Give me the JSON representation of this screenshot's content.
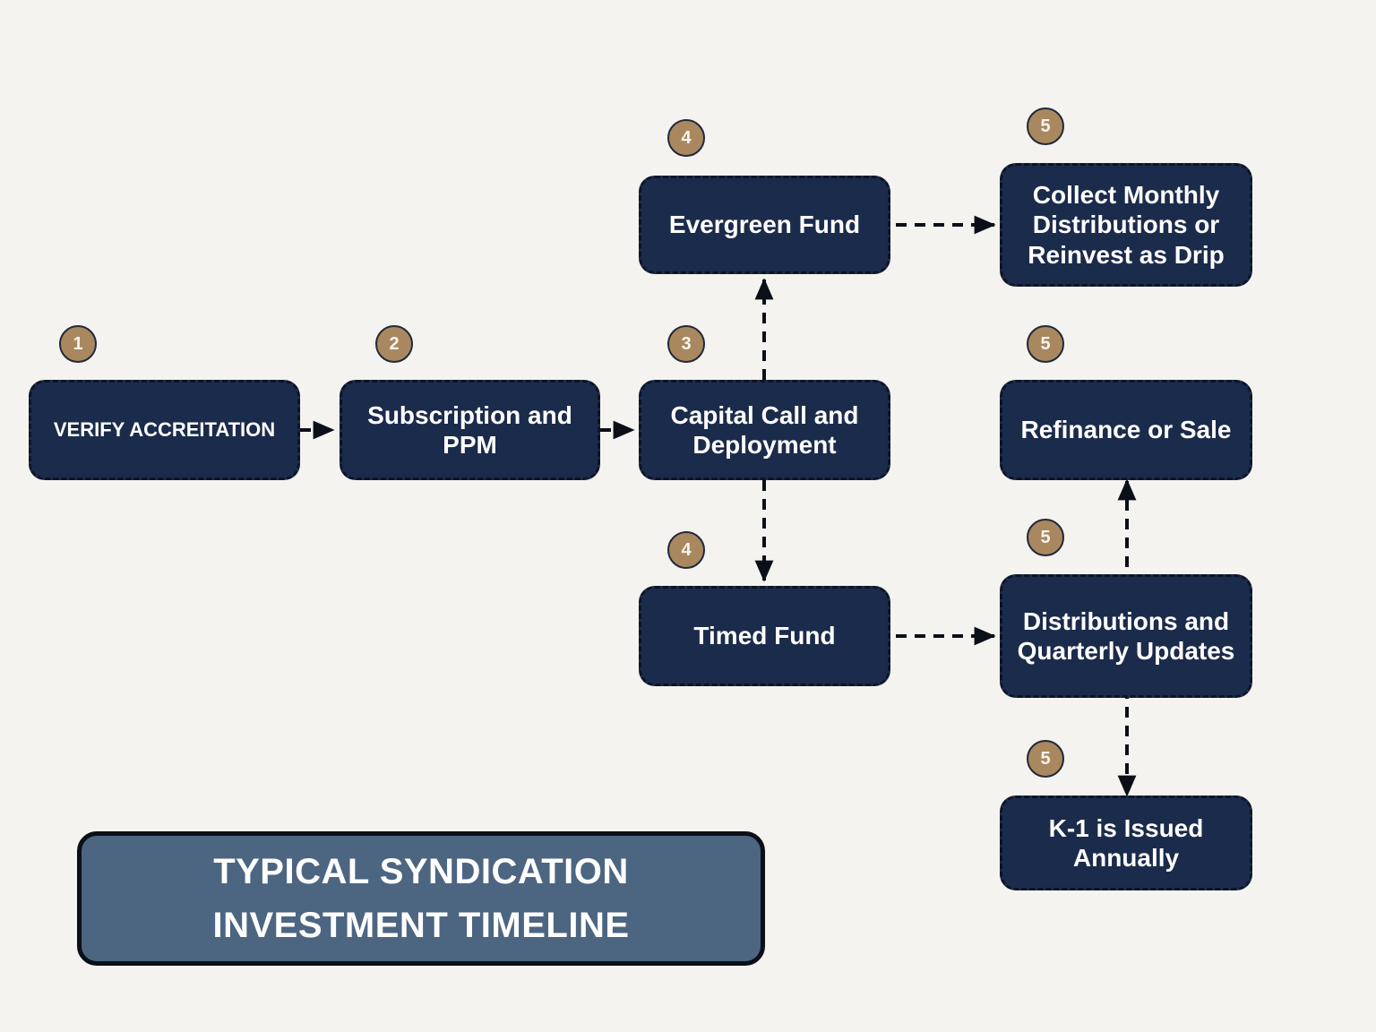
{
  "diagram": {
    "title": "TYPICAL SYNDICATION INVESTMENT TIMELINE",
    "title_line1": "TYPICAL SYNDICATION",
    "title_line2": "INVESTMENT TIMELINE",
    "background_color": "#f5f3ef",
    "node_fill_color": "#1b2b4b",
    "node_border_color": "#0d1526",
    "badge_color": "#a9885f",
    "title_banner_color": "#4c6581",
    "connector_color": "#0b0f17"
  },
  "nodes": [
    {
      "id": "verify-accreitation",
      "label": "VERIFY ACCREITATION",
      "step": "1",
      "font_size": "22px"
    },
    {
      "id": "subscription-and-ppm",
      "label": "Subscription and PPM",
      "step": "2",
      "font_size": "28px"
    },
    {
      "id": "capital-call-and-deployment",
      "label": "Capital Call and Deployment",
      "step": "3",
      "font_size": "28px"
    },
    {
      "id": "evergreen-fund",
      "label": "Evergreen Fund",
      "step": "4",
      "font_size": "28px"
    },
    {
      "id": "timed-fund",
      "label": "Timed Fund",
      "step": "4",
      "font_size": "28px"
    },
    {
      "id": "collect-monthly-distributions-or-reinvest-as-drip",
      "label": "Collect Monthly Distributions or Reinvest as Drip",
      "step": "5",
      "font_size": "28px"
    },
    {
      "id": "refinance-or-sale",
      "label": "Refinance or Sale",
      "step": "5",
      "font_size": "28px"
    },
    {
      "id": "distributions-and-quarterly-updates",
      "label": "Distributions and Quarterly Updates",
      "step": "5",
      "font_size": "28px"
    },
    {
      "id": "k-1-is-issued-annually",
      "label": "K-1 is Issued Annually",
      "step": "5",
      "font_size": "28px"
    }
  ],
  "connections": [
    {
      "from": "verify-accreitation",
      "to": "subscription-and-ppm",
      "style": "dashed",
      "direction": "right"
    },
    {
      "from": "subscription-and-ppm",
      "to": "capital-call-and-deployment",
      "style": "dashed",
      "direction": "right"
    },
    {
      "from": "capital-call-and-deployment",
      "to": "evergreen-fund",
      "style": "dashed",
      "direction": "up"
    },
    {
      "from": "capital-call-and-deployment",
      "to": "timed-fund",
      "style": "dashed",
      "direction": "down"
    },
    {
      "from": "evergreen-fund",
      "to": "collect-monthly-distributions-or-reinvest-as-drip",
      "style": "dashed",
      "direction": "right"
    },
    {
      "from": "timed-fund",
      "to": "distributions-and-quarterly-updates",
      "style": "dashed",
      "direction": "right"
    },
    {
      "from": "distributions-and-quarterly-updates",
      "to": "refinance-or-sale",
      "style": "dashed",
      "direction": "up"
    },
    {
      "from": "distributions-and-quarterly-updates",
      "to": "k-1-is-issued-annually",
      "style": "dashed",
      "direction": "down"
    }
  ]
}
